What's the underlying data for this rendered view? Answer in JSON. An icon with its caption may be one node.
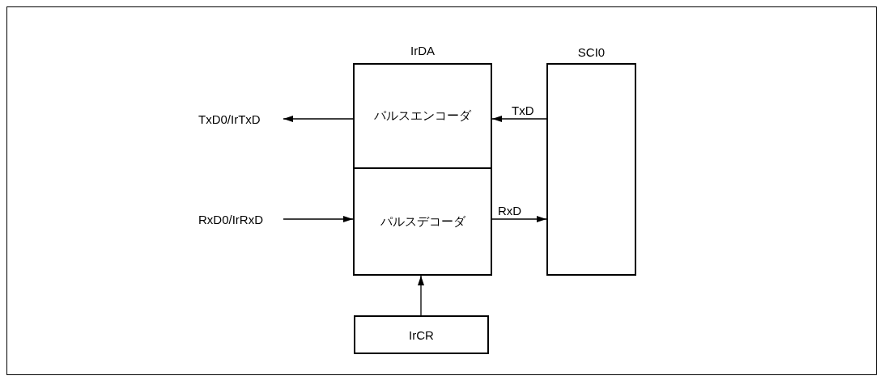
{
  "diagram": {
    "nodes": [
      {
        "text": [
          "IrDA"
        ]
      },
      {
        "text": [
          "パルスエンコーダ"
        ],
        "in": 0
      },
      {
        "text": [
          "パルスデコーダ"
        ],
        "in": 0
      },
      {
        "text": [
          "SCI0"
        ]
      },
      {
        "text": [
          "IrCR"
        ]
      },
      {
        "text": [
          "TxD0/IrTxD"
        ]
      },
      {
        "text": [
          "RxD0/IrRxD"
        ]
      }
    ],
    "edges": [
      {
        "from": 1,
        "to": 5,
        "arrow": "to"
      },
      {
        "from": 3,
        "to": 1,
        "arrow": "to",
        "label": "TxD"
      },
      {
        "from": 6,
        "to": 2,
        "arrow": "to"
      },
      {
        "from": 2,
        "to": 3,
        "arrow": "to",
        "label": "RxD"
      },
      {
        "from": 4,
        "to": 2,
        "arrow": "to"
      }
    ]
  }
}
